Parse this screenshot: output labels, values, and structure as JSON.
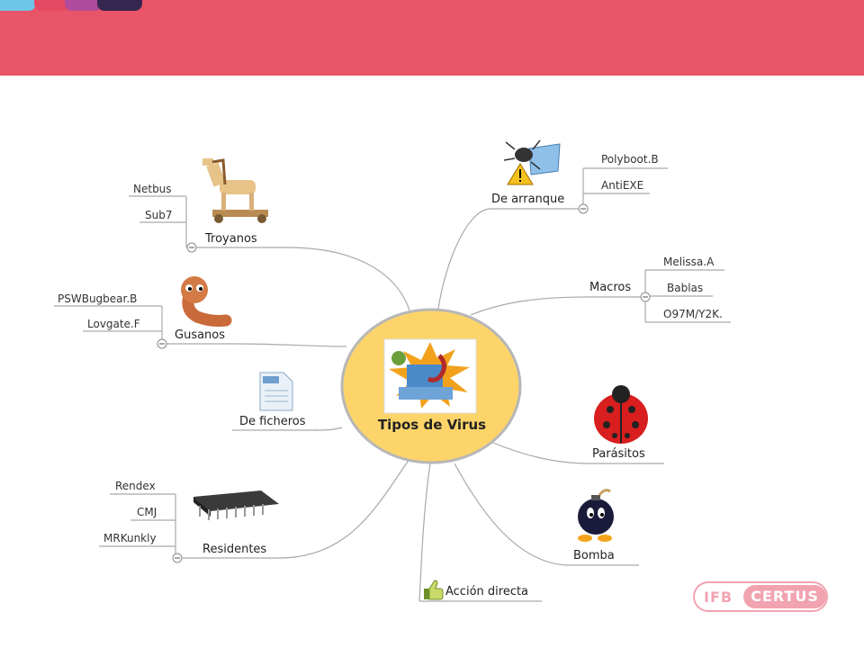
{
  "center": {
    "label": "Tipos de Virus"
  },
  "branches": {
    "troyanos": {
      "label": "Troyanos",
      "leaves": [
        "Netbus",
        "Sub7"
      ]
    },
    "gusanos": {
      "label": "Gusanos",
      "leaves": [
        "PSWBugbear.B",
        "Lovgate.F"
      ]
    },
    "ficheros": {
      "label": "De ficheros"
    },
    "residentes": {
      "label": "Residentes",
      "leaves": [
        "Rendex",
        "CMJ",
        "MRKunkly"
      ]
    },
    "accion": {
      "label": "Acción directa"
    },
    "arranque": {
      "label": "De arranque",
      "leaves": [
        "Polyboot.B",
        "AntiEXE"
      ]
    },
    "macros": {
      "label": "Macros",
      "leaves": [
        "Melissa.A",
        "Bablas",
        "O97M/Y2K."
      ]
    },
    "parasitos": {
      "label": "Parásitos"
    },
    "bomba": {
      "label": "Bomba"
    }
  },
  "logo": {
    "left": "IFB",
    "right": "CERTUS"
  },
  "colors": {
    "banner": "#e85468",
    "center_fill": "#fcd46a",
    "center_border": "#b7b7b7",
    "logo": "#f1a3b0"
  },
  "icons": [
    "trojan-horse-icon",
    "worm-icon",
    "text-file-icon",
    "chip-icon",
    "thumbs-up-icon",
    "bug-monitor-warning-icon",
    "ladybug-icon",
    "bomb-icon",
    "virus-collage-icon"
  ]
}
